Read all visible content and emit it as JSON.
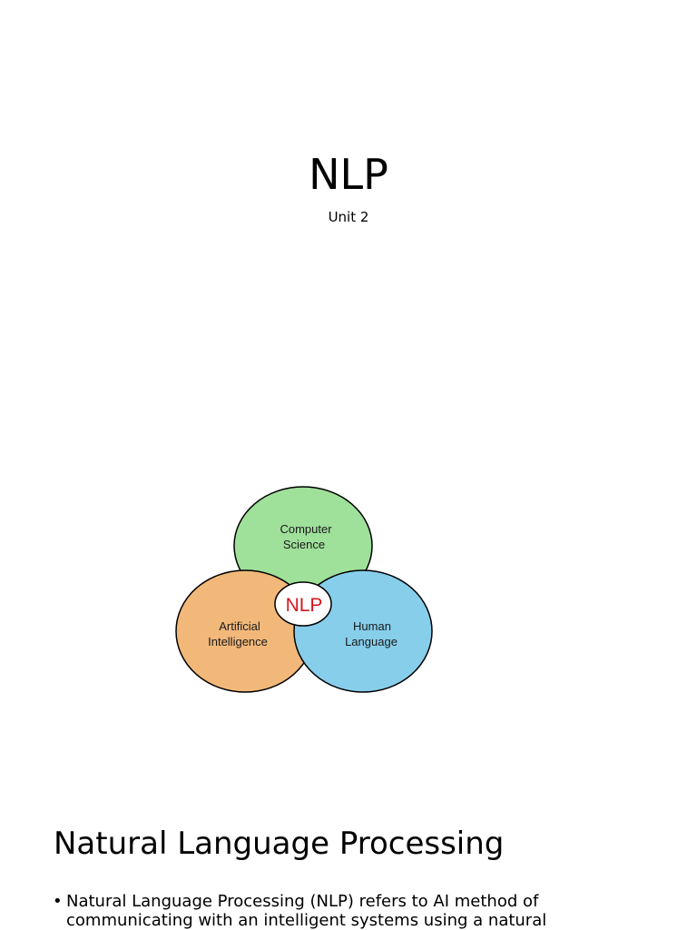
{
  "title_slide": {
    "title": "NLP",
    "subtitle": "Unit 2"
  },
  "diagram": {
    "circles": [
      {
        "label_line1": "Computer",
        "label_line2": "Science",
        "color": "#9fe09a"
      },
      {
        "label_line1": "Artificial",
        "label_line2": "Intelligence",
        "color": "#f2b87a"
      },
      {
        "label_line1": "Human",
        "label_line2": "Language",
        "color": "#87ceeb"
      }
    ],
    "center": {
      "label": "NLP",
      "color": "#d6171e"
    }
  },
  "section": {
    "heading": "Natural Language Processing",
    "bullets": [
      {
        "mark": "•",
        "line1": "Natural Language Processing (NLP) refers to AI method of",
        "line2": "communicating with an intelligent systems using a natural"
      }
    ]
  }
}
